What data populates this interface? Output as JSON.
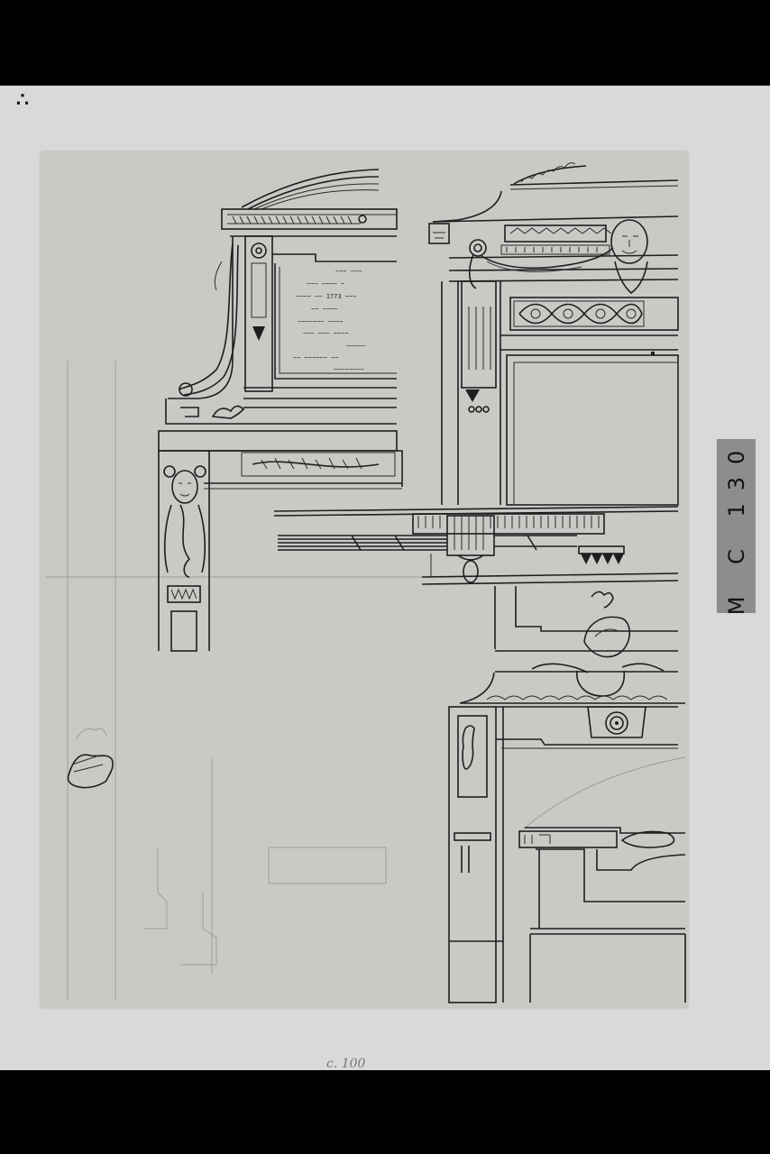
{
  "photograph": {
    "subject": "Architectural drawing — door/window frame elevations with ornament",
    "colors": {
      "frame": "#000000",
      "mount": "#d9dad7",
      "sheet": "#c9cac6",
      "ink": "#1e1e1e",
      "label_strip": "#8d8d8d"
    }
  },
  "catalog_label": {
    "text": "M C 130"
  },
  "corner_mark": {
    "text": "∴"
  },
  "bottom_note": {
    "text": "c. 100"
  },
  "drawing": {
    "inscription_lines": [
      "~~~ ~~~",
      "~~~ ~~~~ ~",
      "~~~~ ~~ 1773 ~~~",
      "~~ ~~~~",
      "~~~~~~~ ~~~~",
      "~~~ ~~~ ~~~~",
      "~~~~~",
      "~~ ~~~~~~ ~~",
      "~~~~~~~~"
    ],
    "elements": [
      "segmental-pediment-upper-left",
      "cornice-with-guilloche-upper-right",
      "lion-mask-with-garland",
      "satyr-mask-console-left",
      "dentil-frieze-with-ring",
      "helmet-trophy-with-wreath",
      "rosette-keystone",
      "lower-right-pedestal-frame"
    ]
  }
}
